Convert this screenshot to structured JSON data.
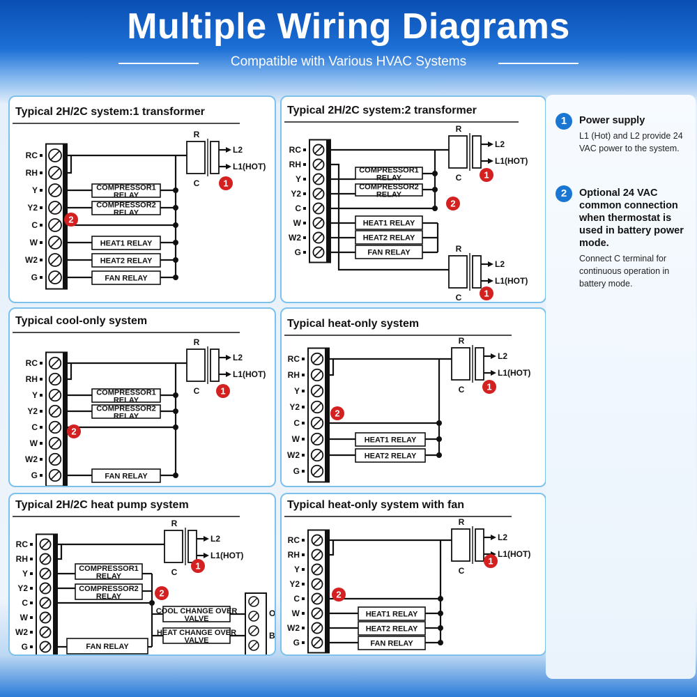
{
  "header": {
    "title": "Multiple Wiring Diagrams",
    "subtitle": "Compatible with Various HVAC Systems"
  },
  "legend": [
    {
      "num": "1",
      "heading": "Power supply",
      "text": "L1 (Hot) and L2 provide 24 VAC power to the system."
    },
    {
      "num": "2",
      "heading": "Optional 24 VAC common connection when thermostat is used in battery power mode.",
      "text": "Connect C terminal for continuous operation in battery mode."
    }
  ],
  "panels": [
    {
      "title": "Typical 2H/2C system:1 transformer",
      "terminals": [
        "RC",
        "RH",
        "Y",
        "Y2",
        "C",
        "W",
        "W2",
        "G"
      ],
      "relays": [
        "COMPRESSOR1 RELAY",
        "COMPRESSOR2 RELAY",
        "HEAT1 RELAY",
        "HEAT2 RELAY",
        "FAN RELAY"
      ]
    },
    {
      "title": "Typical 2H/2C system:2 transformer",
      "terminals": [
        "RC",
        "RH",
        "Y",
        "Y2",
        "C",
        "W",
        "W2",
        "G"
      ],
      "relays": [
        "COMPRESSOR1 RELAY",
        "COMPRESSOR2 RELAY",
        "HEAT1 RELAY",
        "HEAT2 RELAY",
        "FAN RELAY"
      ]
    },
    {
      "title": "Typical cool-only system",
      "terminals": [
        "RC",
        "RH",
        "Y",
        "Y2",
        "C",
        "W",
        "W2",
        "G"
      ],
      "relays": [
        "COMPRESSOR1 RELAY",
        "COMPRESSOR2 RELAY",
        "FAN RELAY"
      ]
    },
    {
      "title": "Typical heat-only system",
      "terminals": [
        "RC",
        "RH",
        "Y",
        "Y2",
        "C",
        "W",
        "W2",
        "G"
      ],
      "relays": [
        "HEAT1 RELAY",
        "HEAT2 RELAY"
      ]
    },
    {
      "title": "Typical 2H/2C heat pump system",
      "terminals": [
        "RC",
        "RH",
        "Y",
        "Y2",
        "C",
        "W",
        "W2",
        "G"
      ],
      "relays": [
        "COMPRESSOR1 RELAY",
        "COMPRESSOR2 RELAY",
        "COOL CHANGE OVER VALVE",
        "HEAT CHANGE OVER VALVE",
        "FAN RELAY"
      ],
      "valve_terminals": [
        "O",
        "B"
      ]
    },
    {
      "title": "Typical heat-only system with fan",
      "terminals": [
        "RC",
        "RH",
        "Y",
        "Y2",
        "C",
        "W",
        "W2",
        "G"
      ],
      "relays": [
        "HEAT1 RELAY",
        "HEAT2 RELAY",
        "FAN RELAY"
      ]
    }
  ],
  "transformer": {
    "r": "R",
    "c": "C",
    "l2": "L2",
    "l1": "L1(HOT)"
  },
  "colors": {
    "brand_blue": "#1976d2",
    "marker_red": "#d32020",
    "panel_border": "#7cc0ec"
  }
}
